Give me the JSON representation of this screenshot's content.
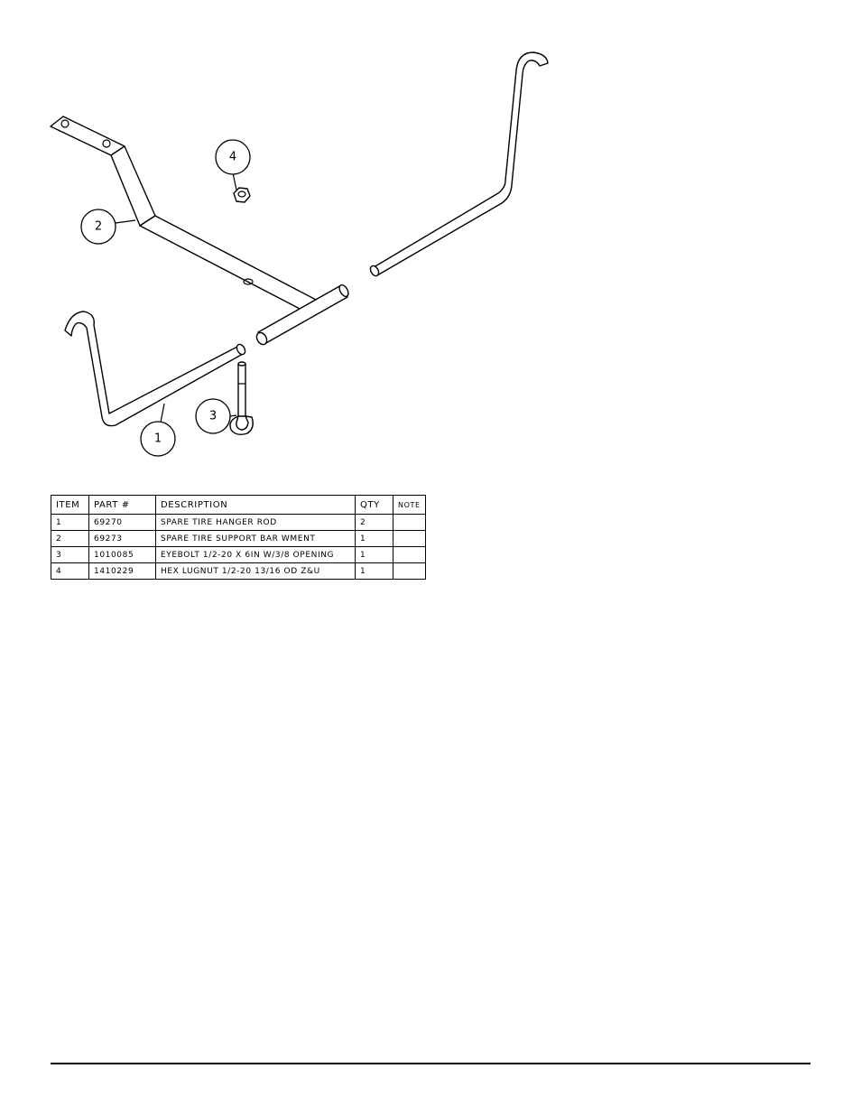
{
  "callouts": [
    {
      "id": "callout-1",
      "label": "1"
    },
    {
      "id": "callout-2",
      "label": "2"
    },
    {
      "id": "callout-3",
      "label": "3"
    },
    {
      "id": "callout-4",
      "label": "4"
    }
  ],
  "bom": {
    "headers": {
      "item": "ITEM",
      "part": "PART #",
      "description": "DESCRIPTION",
      "qty": "QTY",
      "note": "NOTE"
    },
    "rows": [
      {
        "item": "1",
        "part": "69270",
        "description": "SPARE TIRE HANGER ROD",
        "qty": "2",
        "note": ""
      },
      {
        "item": "2",
        "part": "69273",
        "description": "SPARE TIRE SUPPORT BAR WMENT",
        "qty": "1",
        "note": ""
      },
      {
        "item": "3",
        "part": "1010085",
        "description": "EYEBOLT 1/2-20 X 6IN W/3/8 OPENING",
        "qty": "1",
        "note": ""
      },
      {
        "item": "4",
        "part": "1410229",
        "description": "HEX LUGNUT 1/2-20 13/16 OD Z&U",
        "qty": "1",
        "note": ""
      }
    ]
  }
}
